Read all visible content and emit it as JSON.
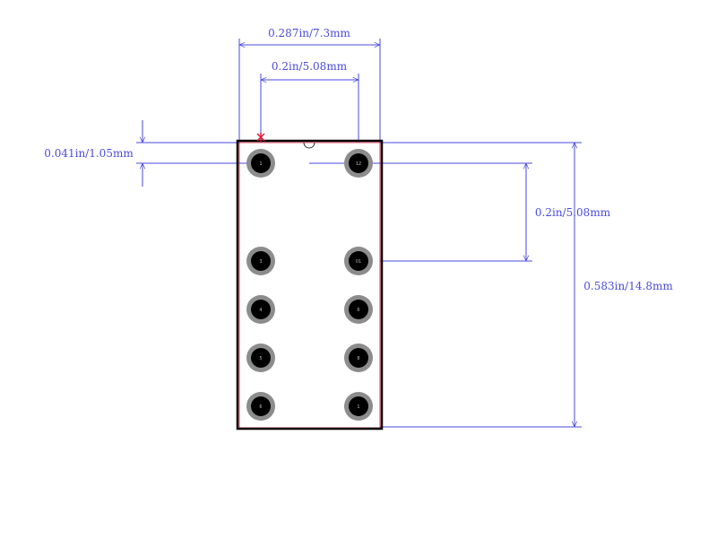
{
  "colors": {
    "background": "#ffffff",
    "dimension": "#4a4ae0",
    "outline": "#000000",
    "pad_ring": "#8c8c8c",
    "pad_hole": "#000000",
    "pin1_marker": "#d81b3c"
  },
  "dimensions": {
    "top_overall": "0.287in/7.3mm",
    "top_pitch": "0.2in/5.08mm",
    "left_offset": "0.041in/1.05mm",
    "right_spacing": "0.2in/5.08mm",
    "right_overall": "0.583in/14.8mm"
  },
  "pads": [
    {
      "label": "1"
    },
    {
      "label": "12"
    },
    {
      "label": "3"
    },
    {
      "label": "01"
    },
    {
      "label": "4"
    },
    {
      "label": "6"
    },
    {
      "label": "5"
    },
    {
      "label": "8"
    },
    {
      "label": "6"
    },
    {
      "label": "1"
    }
  ]
}
